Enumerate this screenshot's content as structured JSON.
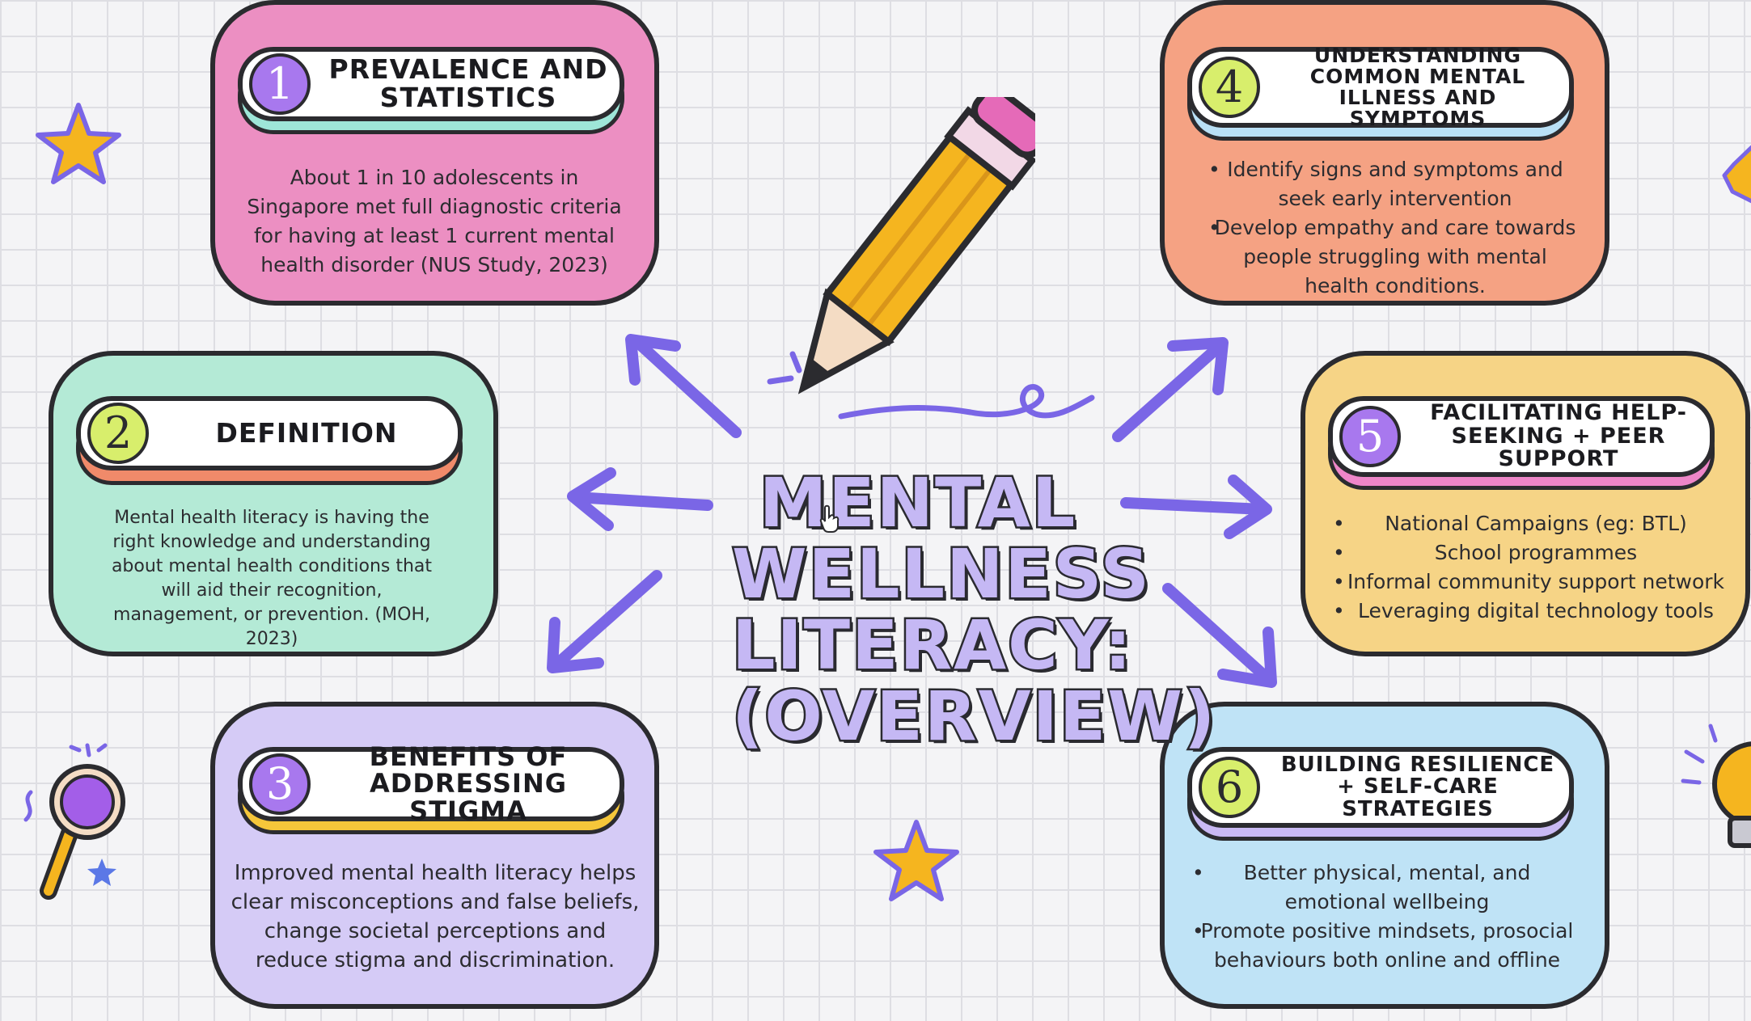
{
  "main_title": {
    "line1": "MENTAL",
    "line2": "WELLNESS",
    "line3": "LITERACY:",
    "line4": "(OVERVIEW)"
  },
  "cards": [
    {
      "number": "1",
      "title": "PREVALENCE AND STATISTICS",
      "body": "About 1 in 10 adolescents in Singapore met full diagnostic criteria for having at least 1 current mental health disorder (NUS Study, 2023)"
    },
    {
      "number": "2",
      "title": "DEFINITION",
      "body": "Mental health literacy is having the right knowledge and understanding about mental health conditions that will aid their recognition, management, or prevention. (MOH, 2023)"
    },
    {
      "number": "3",
      "title": "BENEFITS OF ADDRESSING STIGMA",
      "body": "Improved mental health literacy helps clear misconceptions and false beliefs, change societal perceptions and reduce stigma and discrimination."
    },
    {
      "number": "4",
      "title": "UNDERSTANDING COMMON MENTAL ILLNESS AND SYMPTOMS",
      "bullets": [
        "Identify signs and symptoms and seek early intervention",
        "Develop empathy and care towards people struggling with mental health conditions."
      ]
    },
    {
      "number": "5",
      "title": "FACILITATING HELP-SEEKING + PEER SUPPORT",
      "bullets": [
        "National Campaigns (eg: BTL)",
        "School programmes",
        "Informal community support network",
        "Leveraging digital technology tools"
      ]
    },
    {
      "number": "6",
      "title": "BUILDING RESILIENCE + SELF-CARE STRATEGIES",
      "bullets": [
        "Better physical, mental, and emotional wellbeing",
        "Promote positive mindsets, prosocial behaviours both online and offline"
      ]
    }
  ],
  "colors": {
    "card1": "#ec8fc2",
    "card2": "#b4ead6",
    "card3": "#d5cbf6",
    "card4": "#f5a283",
    "card5": "#f6d486",
    "card6": "#bfe3f6",
    "arrow": "#7a66e6",
    "title_fill": "#c5b8f4",
    "outline": "#2b2b2f"
  }
}
